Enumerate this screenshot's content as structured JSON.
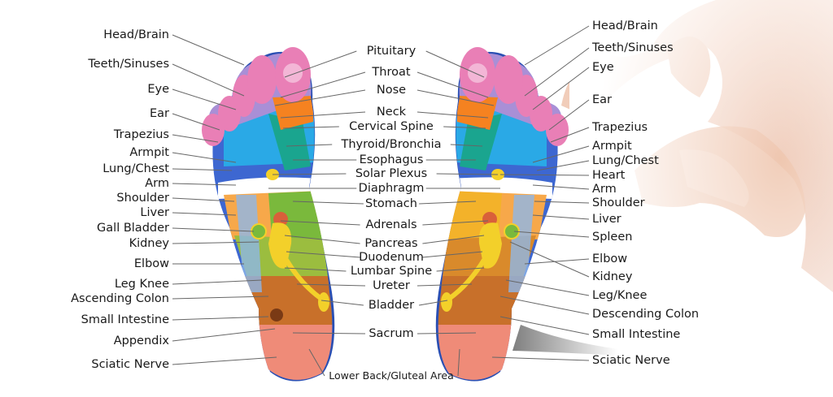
{
  "left_labels": [
    "Head/Brain",
    "Teeth/Sinuses",
    "Eye",
    "Ear",
    "Trapezius",
    "Armpit",
    "Lung/Chest",
    "Arm",
    "Shoulder",
    "Liver",
    "Gall Bladder",
    "Kidney",
    "Elbow",
    "Leg Knee",
    "Ascending Colon",
    "Small Intestine",
    "Appendix",
    "Sciatic Nerve"
  ],
  "center_labels": [
    "Pituitary",
    "Throat",
    "Nose",
    "Neck",
    "Cervical Spine",
    "Thyroid/Bronchia",
    "Esophagus",
    "Solar Plexus",
    "Diaphragm",
    "Stomach",
    "Adrenals",
    "Pancreas",
    "Duodenum",
    "Lumbar Spine",
    "Ureter",
    "Bladder",
    "Sacrum",
    "Lower Back/Gluteal Area"
  ],
  "right_labels": [
    "Head/Brain",
    "Teeth/Sinuses",
    "Eye",
    "Ear",
    "Trapezius",
    "Armpit",
    "Lung/Chest",
    "Heart",
    "Arm",
    "Shoulder",
    "Liver",
    "Spleen",
    "Elbow",
    "Kidney",
    "Leg/Knee",
    "Descending Colon",
    "Small Intestine",
    "Sciatic Nerve"
  ],
  "colors": {
    "toe_pink": "#e97fb6",
    "toe_lilac": "#a98fd6",
    "orange": "#f58220",
    "teal": "#1aa58f",
    "cyan": "#2aa9e6",
    "blue_edge": "#4c6fd0",
    "green": "#7ab93c",
    "yellow": "#f3d02a",
    "orange_light": "#f7a84a",
    "brown": "#c8702a",
    "salmon": "#ef8b78",
    "line": "#666666"
  }
}
